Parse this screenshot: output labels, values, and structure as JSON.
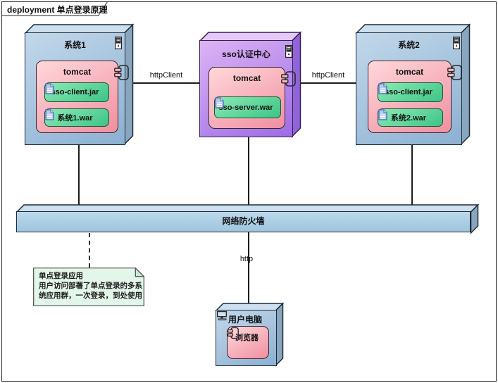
{
  "frame": {
    "title": "deployment 单点登录原理"
  },
  "nodes": {
    "system1": {
      "title": "系统1",
      "tomcat": {
        "title": "tomcat",
        "artifacts": [
          "sso-client.jar",
          "系统1.war"
        ]
      }
    },
    "sso_center": {
      "title": "sso认证中心",
      "tomcat": {
        "title": "tomcat",
        "artifacts": [
          "sso-server.war"
        ]
      }
    },
    "system2": {
      "title": "系统2",
      "tomcat": {
        "title": "tomcat",
        "artifacts": [
          "sso-client.jar",
          "系统2.war"
        ]
      }
    },
    "firewall": {
      "title": "网络防火墙"
    },
    "user_pc": {
      "title": "用户电脑",
      "component": "浏览器"
    }
  },
  "connections": {
    "left_label": "httpClient",
    "right_label": "httpClient",
    "bottom_label": "http"
  },
  "note": {
    "lines": [
      "单点登录应用",
      "用户访问部署了单点登录的多系",
      "统应用群，一次登录，到处使用"
    ]
  },
  "colors": {
    "node_blue": "#8cb0d2",
    "node_purple": "#9d6ce5",
    "component_pink": "#f08fa0",
    "artifact_green": "#3ec486",
    "firewall_blue": "#9dc6dd",
    "note_green": "#e2f6e9",
    "line": "#1c1c1c"
  }
}
